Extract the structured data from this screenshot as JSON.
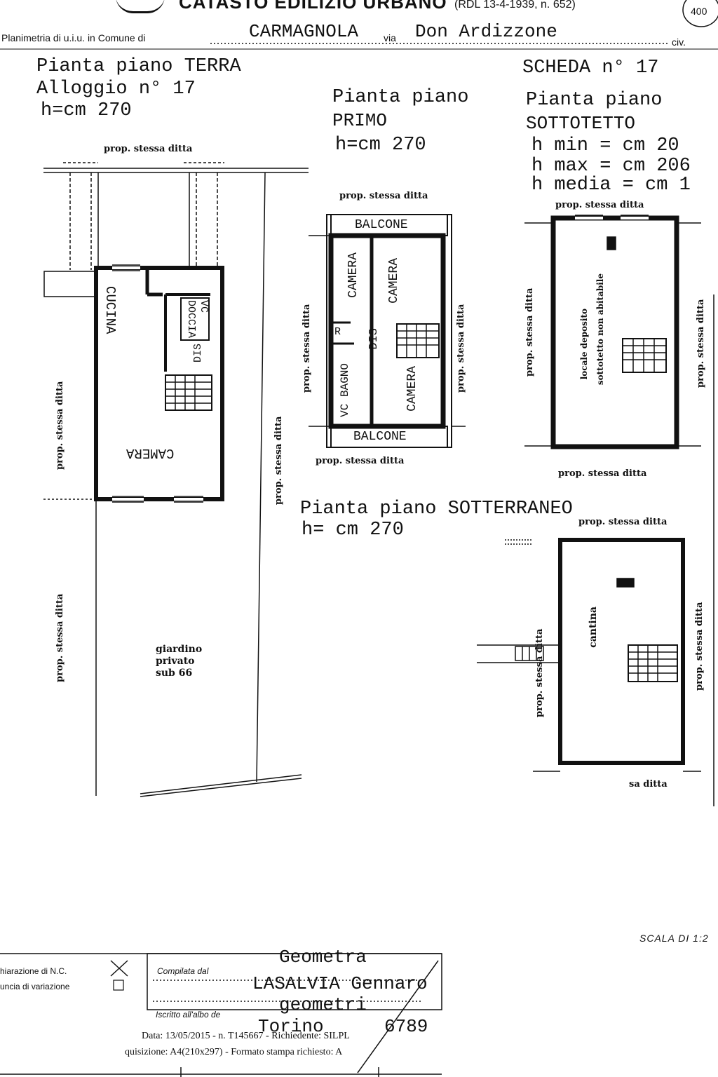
{
  "header": {
    "title": "CATASTO EDILIZIO URBANO",
    "law": "(RDL 13-4-1939, n. 652)",
    "stamp_value": "400",
    "planimetria_label": "Planimetria di u.i.u. in Comune di",
    "comune": "CARMAGNOLA",
    "via_label": "via",
    "via": "Don Ardizzone",
    "civ_label": "civ."
  },
  "terra": {
    "title": "Pianta piano TERRA",
    "alloggio": "Alloggio n° 17",
    "height": "h=cm 270",
    "rooms": {
      "cucina": "CUCINA",
      "camera": "CAMERA",
      "vc": "VC",
      "doccia": "DOCCIA",
      "dis": "DIS"
    },
    "neighbors": {
      "top": "prop. stessa ditta",
      "left": "prop. stessa ditta",
      "right": "prop. stessa ditta",
      "lower_left": "prop. stessa ditta"
    },
    "garden": [
      "giardino",
      "privato",
      "sub 66"
    ]
  },
  "scheda": "SCHEDA n° 17",
  "primo": {
    "title": "Pianta piano",
    "title2": "PRIMO",
    "height": "h=cm 270",
    "rooms": {
      "balcone_top": "BALCONE",
      "balcone_bottom": "BALCONE",
      "camera1": "CAMERA",
      "camera2": "CAMERA",
      "camera3": "CAMERA",
      "dis": "DIS",
      "vc_bagno": "VC BAGNO",
      "r": "R"
    },
    "neighbors": {
      "top": "prop. stessa ditta",
      "bottom": "prop. stessa ditta",
      "left": "prop. stessa ditta",
      "right": "prop. stessa ditta"
    }
  },
  "sottotetto": {
    "title": "Pianta piano",
    "title2": "SOTTOTETTO",
    "h_min": "h min = cm 20",
    "h_max": "h max = cm 206",
    "h_media": "h media = cm 1",
    "room": [
      "locale deposito",
      "sottotetto non abitabile"
    ],
    "neighbors": {
      "top": "prop. stessa ditta",
      "bottom": "prop. stessa ditta",
      "left": "prop. stessa ditta",
      "right": "prop. stessa ditta"
    }
  },
  "sotterraneo": {
    "title": "Pianta piano SOTTERRANEO",
    "height": "h= cm 270",
    "room": "cantina",
    "neighbors": {
      "top": "prop. stessa ditta",
      "left": "prop. stessa ditta",
      "right": "prop. stessa ditta",
      "bottom": "sa ditta"
    }
  },
  "scale": "SCALA DI 1:2",
  "footer": {
    "dichiarazione": "hiarazione di N.C.",
    "denuncia": "uncia di variazione",
    "compilata_label": "Compilata dal",
    "geometra": "Geometra",
    "name": "LASALVIA Gennaro",
    "iscritto_label": "Iscritto all'albo de",
    "albo": "geometri",
    "citta": "Torino",
    "numero": "6789",
    "data_line": "Data: 13/05/2015 - n. T145667 - Richiedente: SILPL",
    "formato_line": "quisizione: A4(210x297) - Formato stampa richiesto: A"
  }
}
